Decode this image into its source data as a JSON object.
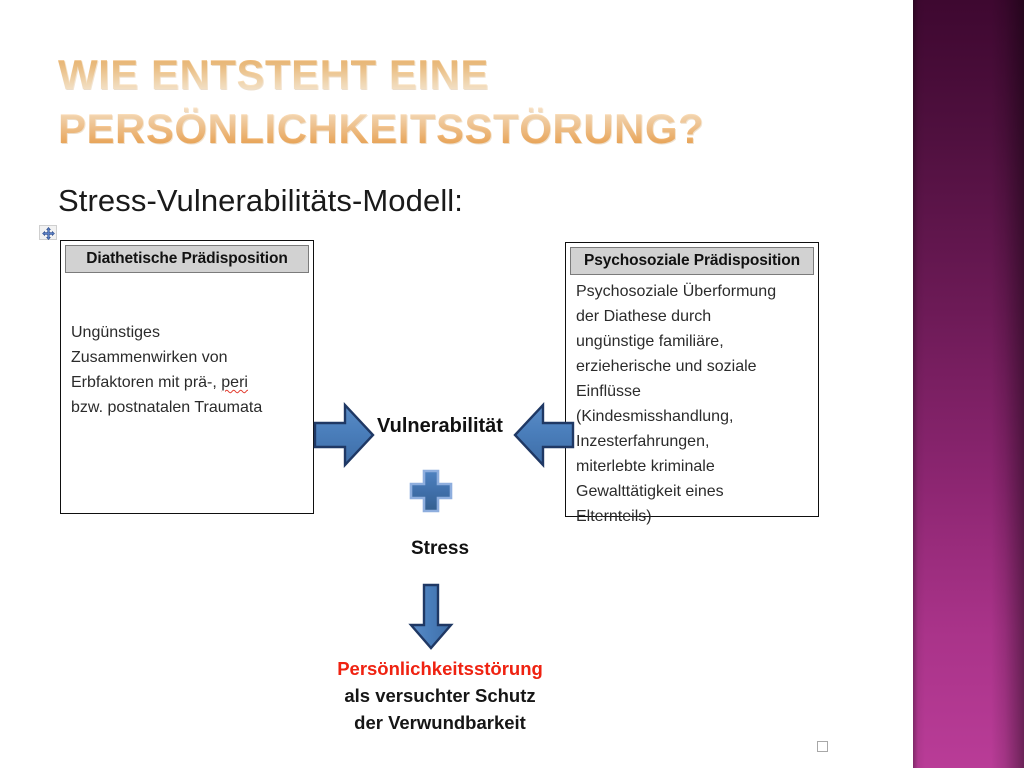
{
  "slide": {
    "title": "Wie entsteht eine Persönlichkeitsstörung?",
    "subtitle": "Stress-Vulnerabilitäts-Modell:"
  },
  "colors": {
    "title_gradient_top": "#e8a85a",
    "title_gradient_mid": "#fdf3e2",
    "title_gradient_bottom": "#e59a46",
    "band_top": "#3e0830",
    "band_bottom": "#b93c97",
    "arrow_fill": "#4a7ebb",
    "arrow_stroke": "#1f3864",
    "box_header_fill": "#d2d2d2",
    "outcome_red": "#ef2211",
    "spellcheck_red": "#e23b2e"
  },
  "diagram": {
    "left_box": {
      "header": "Diathetische Prädisposition",
      "body_lines": [
        "Ungünstiges",
        "Zusammenwirken von",
        "Erbfaktoren mit prä-, ",
        "bzw. postnatalen Traumata"
      ],
      "misspelled_word": "peri"
    },
    "right_box": {
      "header": "Psychosoziale Prädisposition",
      "body_lines": [
        "Psychosoziale Überformung",
        "der Diathese durch",
        "ungünstige familiäre,",
        "erzieherische und soziale",
        "Einflüsse",
        "(Kindesmisshandlung,",
        "Inzesterfahrungen,",
        "miterlebte kriminale",
        "Gewalttätigkeit eines",
        "Elternteils)"
      ]
    },
    "center": {
      "vulnerability_label": "Vulnerabilität",
      "plus_symbol": "+",
      "stress_label": "Stress"
    },
    "outcome": {
      "line1": "Persönlichkeitsstörung",
      "line2": "als versuchter Schutz",
      "line3": "der Verwundbarkeit"
    },
    "icons": {
      "move_handle": "move-handle-icon",
      "arrow_right": "arrow-right-icon",
      "arrow_left": "arrow-left-icon",
      "plus": "plus-icon",
      "arrow_down": "arrow-down-icon",
      "bullet_placeholder": "empty-bullet-icon"
    }
  }
}
